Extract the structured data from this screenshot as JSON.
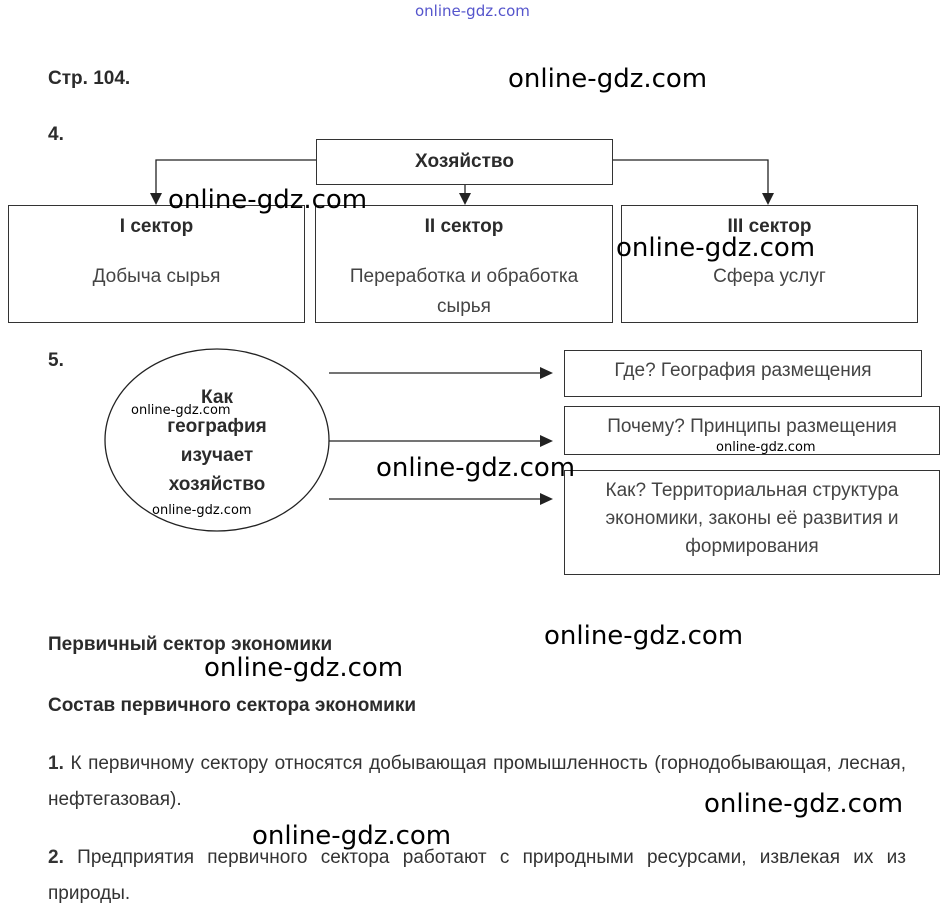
{
  "watermark_top": "online-gdz.com",
  "watermark": "online-gdz.com",
  "page_label": "Стр. 104.",
  "task4": {
    "number": "4.",
    "root": "Хозяйство",
    "sectors": [
      {
        "title": "I сектор",
        "body": "Добыча сырья"
      },
      {
        "title": "II сектор",
        "body": "Переработка и обработка сырья"
      },
      {
        "title": "III сектор",
        "body": "Сфера услуг"
      }
    ]
  },
  "task5": {
    "number": "5.",
    "ellipse_lines": [
      "Как",
      "география",
      "изучает",
      "хозяйство"
    ],
    "boxes": [
      "Где? География размещения",
      "Почему? Принципы размещения",
      "Как? Территориальная структура экономики, законы её развития и формирования"
    ]
  },
  "section": {
    "heading1": "Первичный сектор экономики",
    "heading2": "Состав первичного сектора экономики",
    "p1_num": "1.",
    "p1_text": "К первичному сектору относятся добывающая промышленность (горнодобывающая, лесная, нефтегазовая).",
    "p2_num": "2.",
    "p2_text": "Предприятия первичного сектора работают с природными ресурсами, извлекая их из природы."
  }
}
